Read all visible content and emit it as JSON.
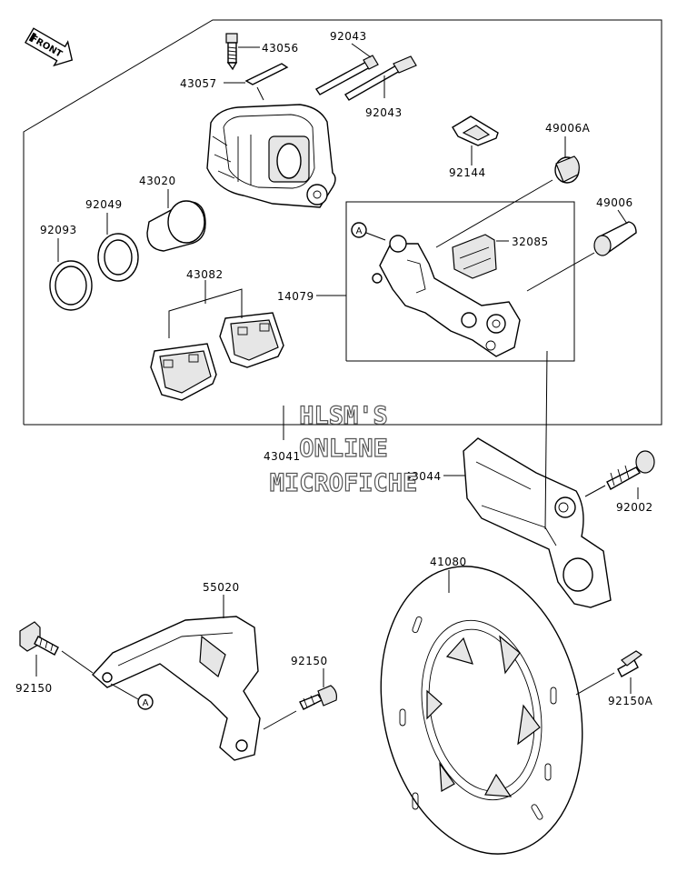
{
  "front_arrow": {
    "label": "FRONT"
  },
  "ref_marker": "A",
  "parts": [
    {
      "id": "p43056",
      "number": "43056"
    },
    {
      "id": "p43057",
      "number": "43057"
    },
    {
      "id": "p92043a",
      "number": "92043"
    },
    {
      "id": "p92043b",
      "number": "92043"
    },
    {
      "id": "p43020",
      "number": "43020"
    },
    {
      "id": "p92049",
      "number": "92049"
    },
    {
      "id": "p92093",
      "number": "92093"
    },
    {
      "id": "p43082",
      "number": "43082"
    },
    {
      "id": "p92144",
      "number": "92144"
    },
    {
      "id": "p49006A",
      "number": "49006A"
    },
    {
      "id": "p49006",
      "number": "49006"
    },
    {
      "id": "p32085",
      "number": "32085"
    },
    {
      "id": "p14079",
      "number": "14079"
    },
    {
      "id": "p43041",
      "number": "43041"
    },
    {
      "id": "p43044",
      "number": "43044"
    },
    {
      "id": "p92002",
      "number": "92002"
    },
    {
      "id": "p41080",
      "number": "41080"
    },
    {
      "id": "p55020",
      "number": "55020"
    },
    {
      "id": "p92150a",
      "number": "92150"
    },
    {
      "id": "p92150b",
      "number": "92150"
    },
    {
      "id": "p92150A",
      "number": "92150A"
    }
  ],
  "watermark": {
    "line1": "HLSM'S",
    "line2": "ONLINE",
    "line3": "MICROFICHE"
  }
}
